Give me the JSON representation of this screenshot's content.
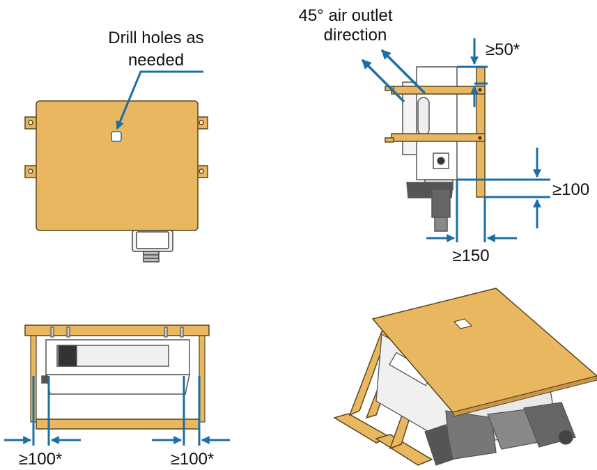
{
  "labels": {
    "drill_line1": "Drill holes as",
    "drill_line2": "needed",
    "air_line1": "45° air outlet",
    "air_line2": "direction",
    "top_clearance": "≥50*",
    "bottom_clearance": "≥100",
    "side_clearance": "≥150",
    "left_clearance": "≥100*",
    "right_clearance": "≥100*"
  },
  "colors": {
    "bracket_fill": "#e8b75f",
    "bracket_stroke": "#5a4520",
    "arrow": "#1a6fa8",
    "device_stroke": "#555555",
    "device_fill": "#f4f4f4"
  }
}
